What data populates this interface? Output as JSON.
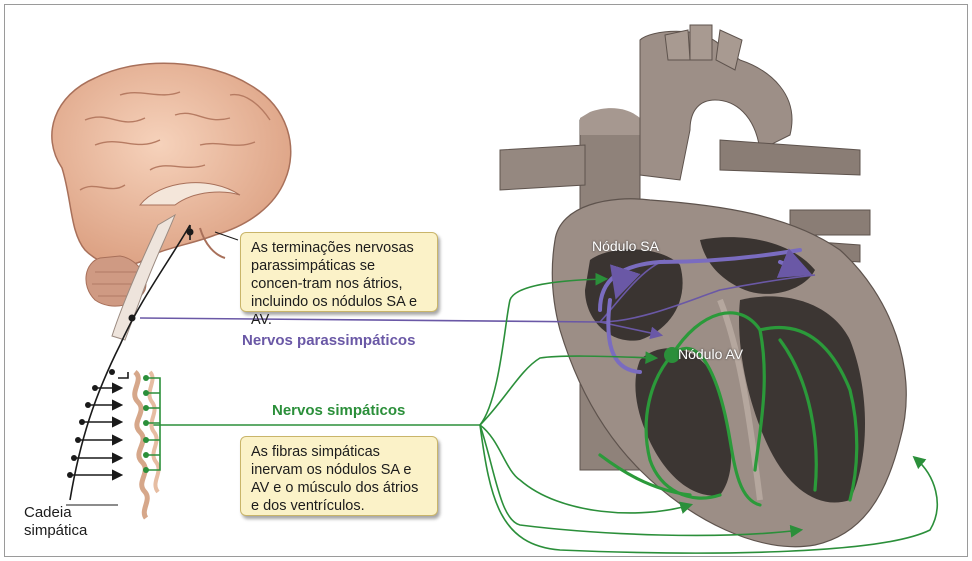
{
  "callouts": {
    "parasympathetic": "As terminações nervosas parassimpáticas se concen-tram nos átrios, incluindo os nódulos SA e AV.",
    "sympathetic": "As fibras simpáticas inervam os nódulos SA e AV e o músculo dos átrios e dos ventrículos."
  },
  "labels": {
    "parasympathetic_nerves": "Nervos parassimpáticos",
    "sympathetic_nerves": "Nervos simpáticos",
    "sa_node": "Nódulo SA",
    "av_node": "Nódulo AV",
    "sympathetic_chain": "Cadeia simpática"
  },
  "colors": {
    "parasympathetic": "#6a58a6",
    "sympathetic": "#2b8f3a",
    "callout_bg": "#fbf2c8",
    "heart_muscle": "#8a7a70",
    "brain": "#e9b89a"
  }
}
